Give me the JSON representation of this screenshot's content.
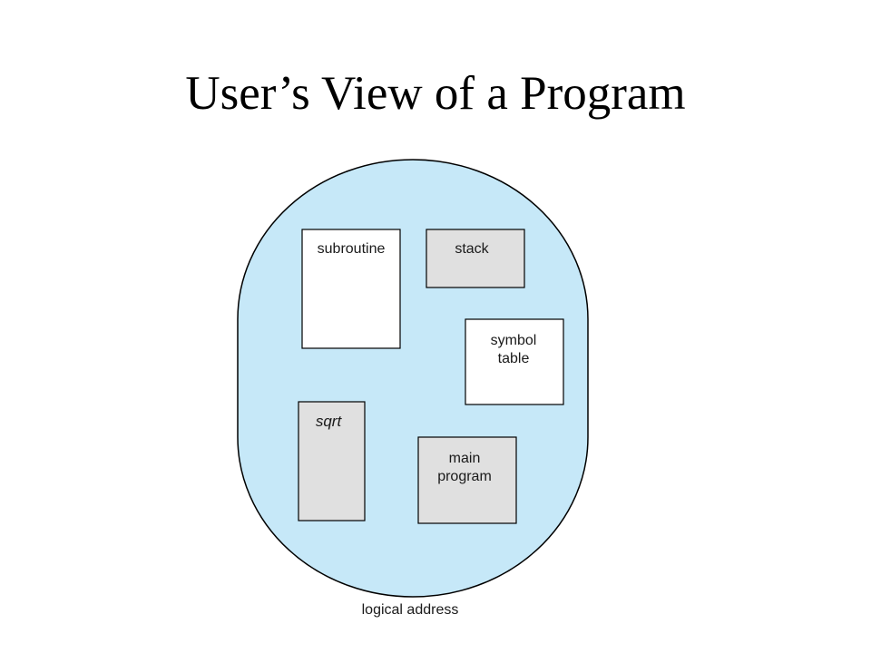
{
  "title": "User’s View of a Program",
  "colors": {
    "space_fill": "#c6e8f8",
    "outline": "#000000",
    "segment_white": "#ffffff",
    "segment_gray": "#e0e0e0"
  },
  "segments": {
    "subroutine": {
      "label": "subroutine"
    },
    "stack": {
      "label": "stack"
    },
    "symbol_table": {
      "line1": "symbol",
      "line2": "table"
    },
    "sqrt": {
      "label": "sqrt"
    },
    "main_program": {
      "line1": "main",
      "line2": "program"
    }
  },
  "caption": "logical address"
}
